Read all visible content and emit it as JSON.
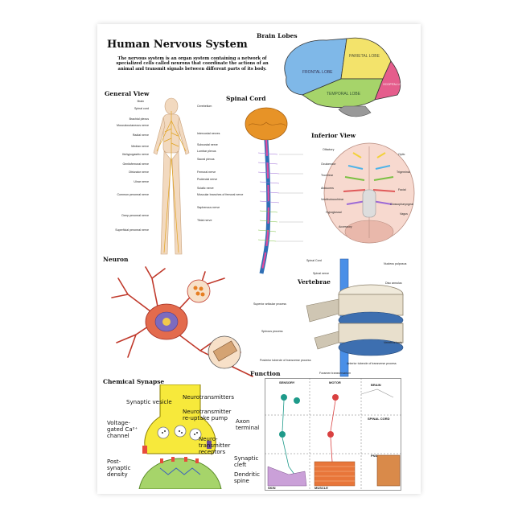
{
  "poster": {
    "title": "Human Nervous System",
    "intro": "The nervous system is an organ system containing a network of specialized cells called neurons that coordinate the actions of an animal and transmit signals between different parts of its body."
  },
  "sections": {
    "brain_lobes": "Brain Lobes",
    "general_view": "General View",
    "spinal_cord": "Spinal Cord",
    "inferior_view": "Inferior View",
    "neuron": "Neuron",
    "vertebrae": "Vertebrae",
    "chemical_synapse": "Chemical Synapse",
    "function": "Function"
  },
  "brain_lobes": [
    "FRONTAL LOBE",
    "PARIETAL LOBE",
    "TEMPORAL LOBE",
    "OCCIPITAL LOBE"
  ],
  "general_view_left": [
    "Brain",
    "Spinal cord",
    "Brachial plexus",
    "Musculocutaneous nerve",
    "Radial nerve",
    "Median nerve",
    "Iliohypogastric nerve",
    "Genitofemoral nerve",
    "Obturator nerve",
    "Ulnar nerve",
    "Common peroneal nerve",
    "Deep peroneal nerve",
    "Superficial peroneal nerve"
  ],
  "general_view_right": [
    "Cerebellum",
    "Intercostal nerves",
    "Subcostal nerve",
    "Lumbar plexus",
    "Sacral plexus",
    "Femoral nerve",
    "Pudendal nerve",
    "Sciatic nerve",
    "Muscular branches of femoral nerve",
    "Saphenous nerve",
    "Tibial nerve"
  ],
  "inferior_view": [
    "Olfactory",
    "Optic",
    "Oculomotor",
    "Trochlear",
    "Trigeminal",
    "Abducens",
    "Facial",
    "Vestibulocochlear",
    "Glossopharyngeal",
    "Vagus",
    "Hypoglossal",
    "Accessory"
  ],
  "vertebrae": [
    "Spinal Cord",
    "Nucleus pulposus",
    "Spinal nerve",
    "Disc annulus",
    "Superior articular process",
    "Spinous process",
    "Vertebral body",
    "Posterior tubercle of transverse process",
    "Anterior tubercle of transverse process",
    "Foramen transversarium"
  ],
  "synapse": {
    "synaptic_vesicle": "Synaptic vesicle",
    "neurotransmitters": "Neurotransmitters",
    "reuptake_pump": "Neurotransmitter re-uptake pump",
    "calcium_channel": "Voltage-gated Ca²⁺ channel",
    "axon_terminal": "Axon terminal",
    "receptors": "Neuro-transmitter receptors",
    "postsynaptic_density": "Post-synaptic density",
    "synaptic_cleft": "Synaptic cleft",
    "dendritic_spine": "Dendritic spine"
  },
  "function": {
    "sensory": "SENSORY",
    "motor": "MOTOR",
    "brain": "BRAIN",
    "spinal_cord": "SPINAL CORD",
    "pns": "PNS",
    "skin": "SKIN",
    "muscle": "MUSCLE"
  },
  "colors": {
    "frontal": "#7fb8e8",
    "parietal": "#f3e36b",
    "temporal": "#a6d46a",
    "occipital": "#e55d8c",
    "neuron_red": "#c0392b",
    "synapse_yellow": "#f7e93b"
  }
}
